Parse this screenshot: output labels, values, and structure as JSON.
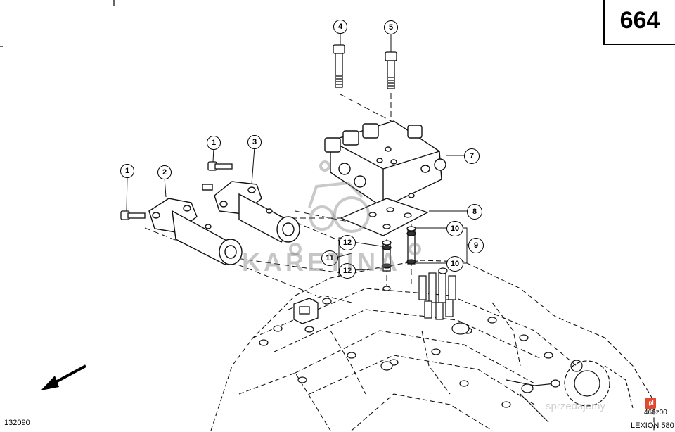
{
  "page_number": "664",
  "left_code": "132090",
  "right_code": "466z00",
  "model": "LEXION 580",
  "watermark": "KARETINA",
  "site_watermark": "sprzedajemy",
  "site_badge": ".pl",
  "callouts": [
    "1",
    "2",
    "3",
    "1",
    "4",
    "5",
    "7",
    "8",
    "9",
    "10",
    "10",
    "11",
    "12",
    "12"
  ]
}
